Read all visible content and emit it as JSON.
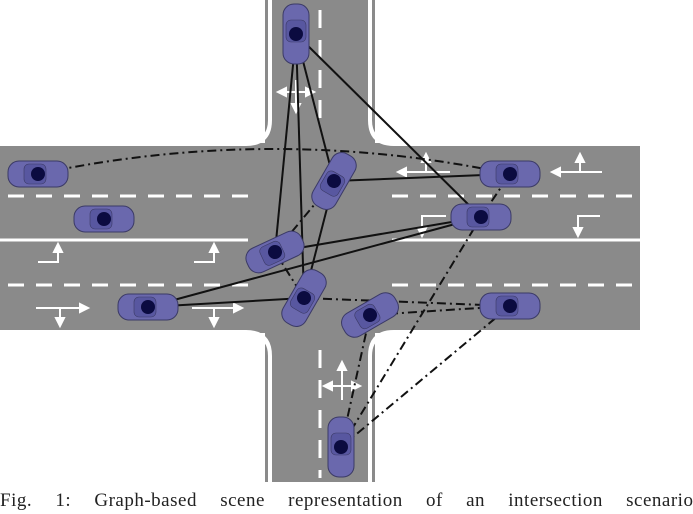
{
  "figure": {
    "caption": "Fig. 1: Graph-based scene representation of an intersection scenario"
  },
  "scene": {
    "road_color": "#8a8a8a",
    "lane_mark_color": "#ffffff",
    "vehicle_fill": "#6a68ad",
    "vehicle_node_color": "#0b0b40",
    "edge_color": "#111111",
    "vehicles": [
      {
        "id": "v1",
        "name": "vehicle-north-top"
      },
      {
        "id": "v2",
        "name": "vehicle-west-1"
      },
      {
        "id": "v3",
        "name": "vehicle-west-2"
      },
      {
        "id": "v4",
        "name": "vehicle-center-1"
      },
      {
        "id": "v5",
        "name": "vehicle-east-1"
      },
      {
        "id": "v6",
        "name": "vehicle-east-2"
      },
      {
        "id": "v7",
        "name": "vehicle-center-2"
      },
      {
        "id": "v8",
        "name": "vehicle-west-3"
      },
      {
        "id": "v9",
        "name": "vehicle-center-3"
      },
      {
        "id": "v10",
        "name": "vehicle-center-4"
      },
      {
        "id": "v11",
        "name": "vehicle-east-3"
      },
      {
        "id": "v12",
        "name": "vehicle-south-bottom"
      }
    ],
    "edges": {
      "solid": [
        [
          "v1",
          "v7"
        ],
        [
          "v1",
          "v4"
        ],
        [
          "v1",
          "v9"
        ],
        [
          "v1",
          "v6"
        ],
        [
          "v4",
          "v5"
        ],
        [
          "v4",
          "v9"
        ],
        [
          "v7",
          "v6"
        ],
        [
          "v8",
          "v9"
        ],
        [
          "v8",
          "v6"
        ]
      ],
      "dashdot": [
        [
          "v2",
          "v5"
        ],
        [
          "v4",
          "v7"
        ],
        [
          "v7",
          "v9"
        ],
        [
          "v9",
          "v11"
        ],
        [
          "v10",
          "v11"
        ],
        [
          "v10",
          "v12"
        ],
        [
          "v11",
          "v12"
        ],
        [
          "v12",
          "v6"
        ],
        [
          "v6",
          "v5"
        ]
      ]
    }
  }
}
